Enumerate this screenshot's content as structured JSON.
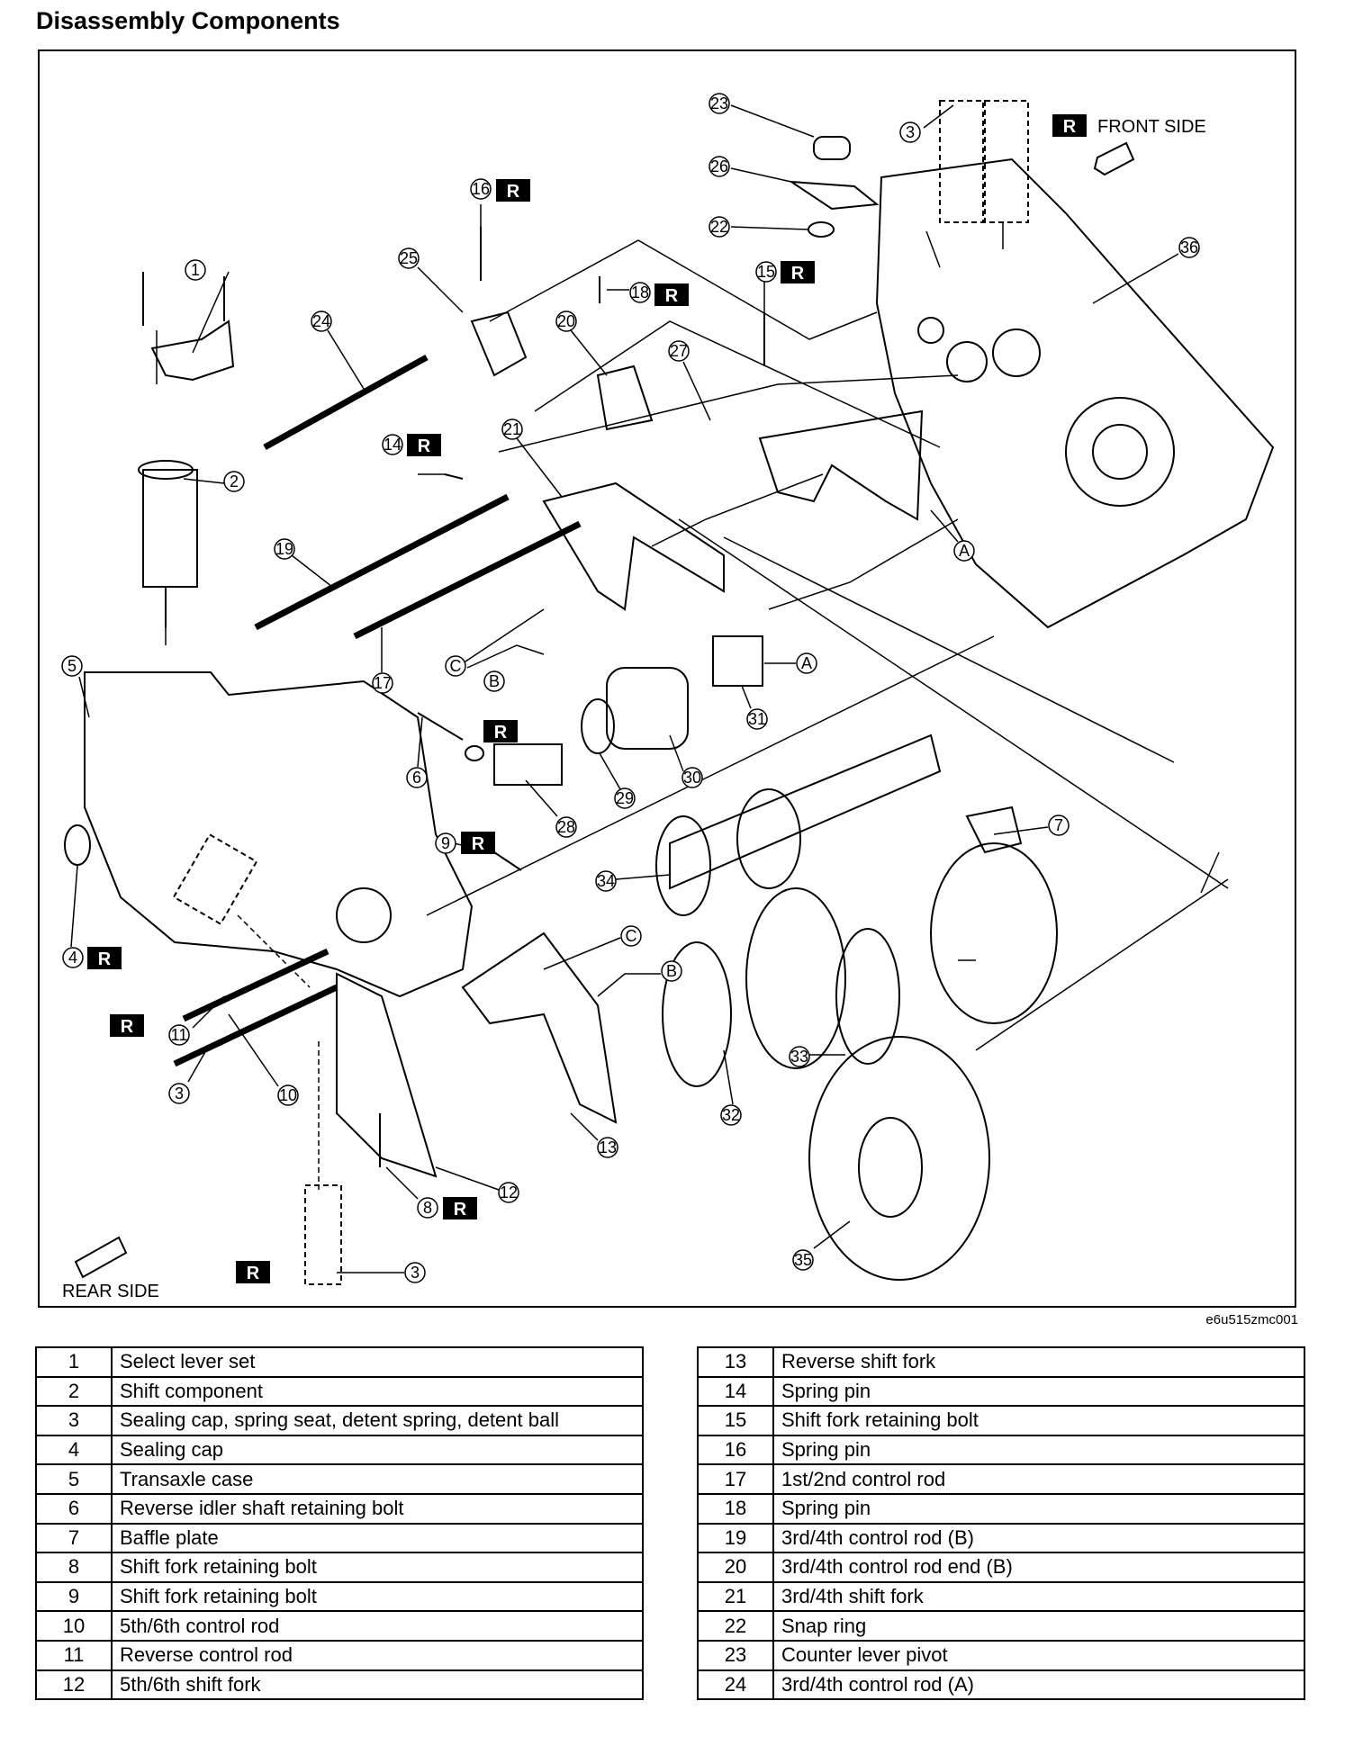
{
  "title": "Disassembly Components",
  "figure_code": "e6u515zmc001",
  "labels": {
    "front_side": "FRONT SIDE",
    "rear_side": "REAR SIDE",
    "r": "R"
  },
  "callouts": [
    {
      "n": "1"
    },
    {
      "n": "2"
    },
    {
      "n": "3"
    },
    {
      "n": "4"
    },
    {
      "n": "5"
    },
    {
      "n": "6"
    },
    {
      "n": "7"
    },
    {
      "n": "8"
    },
    {
      "n": "9"
    },
    {
      "n": "10"
    },
    {
      "n": "11"
    },
    {
      "n": "12"
    },
    {
      "n": "13"
    },
    {
      "n": "14"
    },
    {
      "n": "15"
    },
    {
      "n": "16"
    },
    {
      "n": "17"
    },
    {
      "n": "18"
    },
    {
      "n": "19"
    },
    {
      "n": "20"
    },
    {
      "n": "21"
    },
    {
      "n": "22"
    },
    {
      "n": "23"
    },
    {
      "n": "24"
    },
    {
      "n": "25"
    },
    {
      "n": "26"
    },
    {
      "n": "27"
    },
    {
      "n": "28"
    },
    {
      "n": "29"
    },
    {
      "n": "30"
    },
    {
      "n": "31"
    },
    {
      "n": "32"
    },
    {
      "n": "33"
    },
    {
      "n": "34"
    },
    {
      "n": "35"
    },
    {
      "n": "36"
    },
    {
      "n": "3"
    },
    {
      "n": "3"
    },
    {
      "n": "A"
    },
    {
      "n": "A"
    },
    {
      "n": "B"
    },
    {
      "n": "B"
    },
    {
      "n": "C"
    },
    {
      "n": "C"
    }
  ],
  "parts_left": [
    {
      "num": "1",
      "desc": "Select lever set"
    },
    {
      "num": "2",
      "desc": "Shift component"
    },
    {
      "num": "3",
      "desc": "Sealing cap, spring seat, detent spring, detent ball"
    },
    {
      "num": "4",
      "desc": "Sealing cap"
    },
    {
      "num": "5",
      "desc": "Transaxle case"
    },
    {
      "num": "6",
      "desc": "Reverse idler shaft retaining bolt"
    },
    {
      "num": "7",
      "desc": "Baffle plate"
    },
    {
      "num": "8",
      "desc": "Shift fork retaining bolt"
    },
    {
      "num": "9",
      "desc": "Shift fork retaining bolt"
    },
    {
      "num": "10",
      "desc": "5th/6th control rod"
    },
    {
      "num": "11",
      "desc": "Reverse control rod"
    },
    {
      "num": "12",
      "desc": "5th/6th shift fork"
    }
  ],
  "parts_right": [
    {
      "num": "13",
      "desc": "Reverse shift fork"
    },
    {
      "num": "14",
      "desc": "Spring pin"
    },
    {
      "num": "15",
      "desc": "Shift fork retaining bolt"
    },
    {
      "num": "16",
      "desc": "Spring pin"
    },
    {
      "num": "17",
      "desc": "1st/2nd control rod"
    },
    {
      "num": "18",
      "desc": "Spring pin"
    },
    {
      "num": "19",
      "desc": "3rd/4th control rod (B)"
    },
    {
      "num": "20",
      "desc": "3rd/4th control rod end (B)"
    },
    {
      "num": "21",
      "desc": "3rd/4th shift fork"
    },
    {
      "num": "22",
      "desc": "Snap ring"
    },
    {
      "num": "23",
      "desc": "Counter lever pivot"
    },
    {
      "num": "24",
      "desc": "3rd/4th control rod (A)"
    }
  ]
}
